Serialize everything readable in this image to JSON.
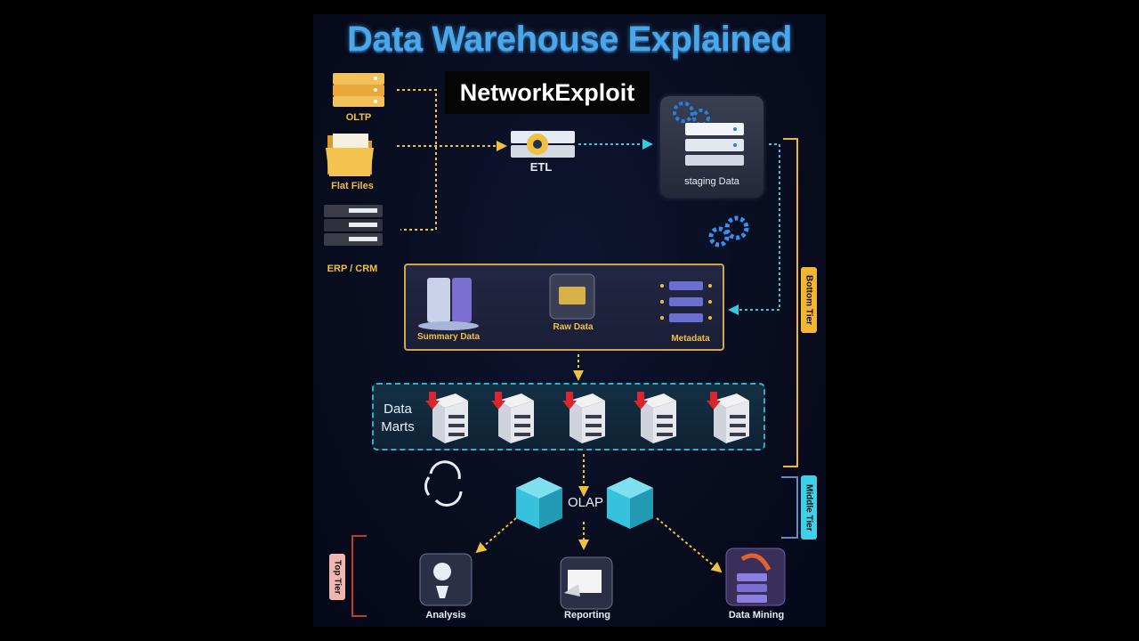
{
  "title": "Data Warehouse Explained",
  "watermark": "NetworkExploit",
  "sources": [
    "OLTP",
    "Flat Files",
    "ERP / CRM"
  ],
  "etl": "ETL",
  "staging": "staging Data",
  "warehouse": {
    "summary": "Summary Data",
    "raw": "Raw Data",
    "metadata": "Metadata"
  },
  "data_marts": {
    "line1": "Data",
    "line2": "Marts"
  },
  "olap": "OLAP",
  "outputs": [
    "Analysis",
    "Reporting",
    "Data Mining"
  ],
  "tiers": {
    "bottom": "Bottom Tier",
    "middle": "Middle Tier",
    "top": "Top Tier"
  },
  "colors": {
    "accent_yellow": "#f0c040",
    "accent_cyan": "#35c8e0",
    "title_blue": "#4aa7ea",
    "tier_bottom": "#f2b632",
    "tier_middle": "#3fd0e8",
    "tier_top": "#f2b6b0"
  },
  "icons": [
    "server-stack-icon",
    "folder-icon",
    "rack-server-icon",
    "gear-icon",
    "cube-icon",
    "cycle-arrows-icon",
    "magnifier-icon",
    "report-icon",
    "database-icon"
  ]
}
